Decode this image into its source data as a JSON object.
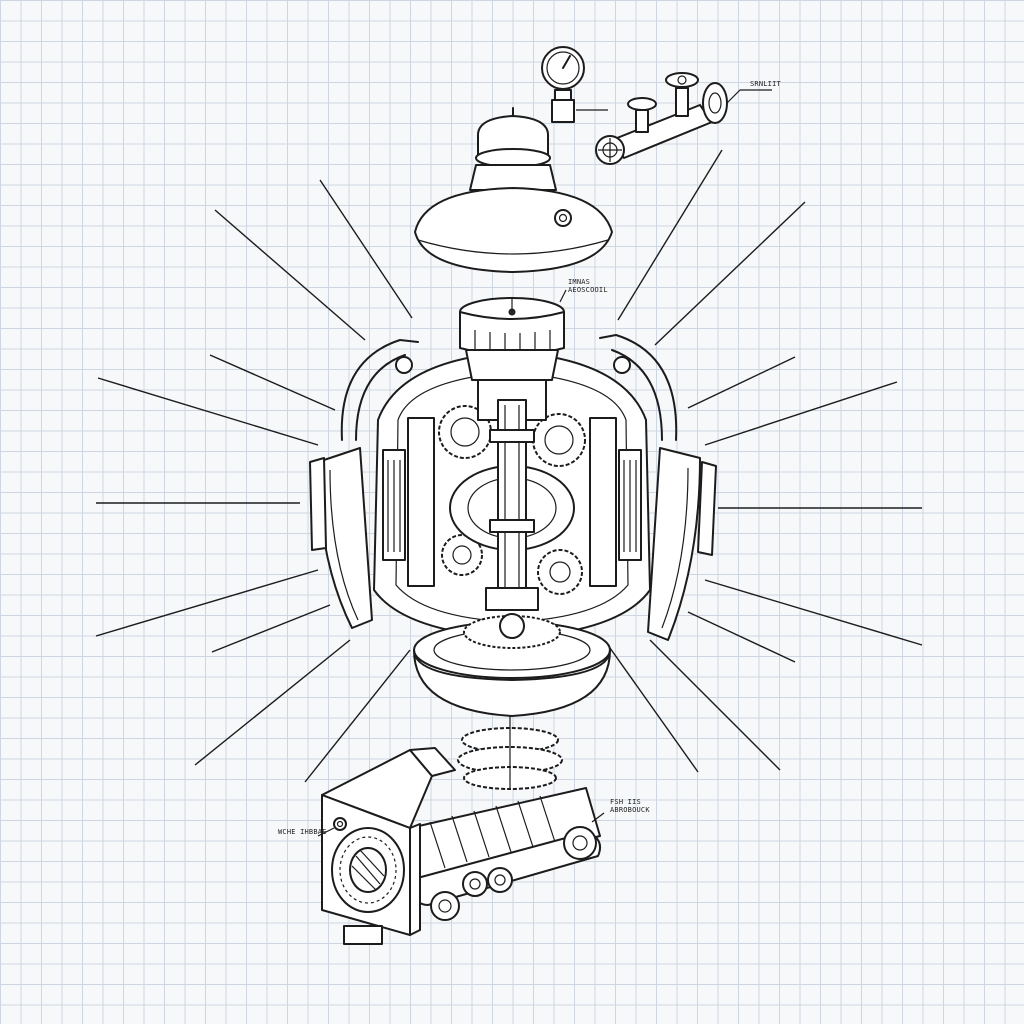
{
  "labels": {
    "top_right": "SRNLIIT",
    "top_center_line1": "IMNAS",
    "top_center_line2": "AEOSCOOIL",
    "left_middle": "WCHE IHBBAE",
    "right_lower_line1": "FSH IIS",
    "right_lower_line2": "ABROBOUCK"
  }
}
